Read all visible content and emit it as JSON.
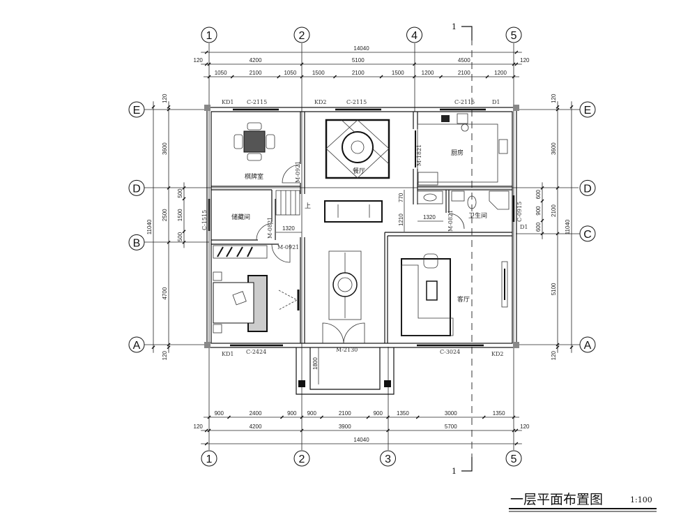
{
  "title": "一层平面布置图",
  "scale": "1:100",
  "section_mark": "1",
  "axes": {
    "top": [
      "1",
      "2",
      "4",
      "5"
    ],
    "bottom": [
      "1",
      "2",
      "3",
      "5"
    ],
    "left": [
      "E",
      "D",
      "B",
      "A"
    ],
    "right": [
      "E",
      "D",
      "C",
      "A"
    ]
  },
  "dimensions": {
    "top": {
      "total": {
        "ticks": [
          -120,
          13920
        ],
        "labels": [
          "14040"
        ]
      },
      "axis": {
        "ticks": [
          -120,
          0,
          4200,
          9300,
          13800,
          13920
        ],
        "labels": [
          "120",
          "4200",
          "5100",
          "4500",
          "120"
        ]
      },
      "detail": {
        "ticks": [
          0,
          1050,
          3150,
          4200,
          5700,
          7800,
          9300,
          10500,
          12600,
          13800
        ],
        "labels": [
          "1050",
          "2100",
          "1050",
          "1500",
          "2100",
          "1500",
          "1200",
          "2100",
          "1200"
        ]
      }
    },
    "bottom": {
      "detail": {
        "ticks": [
          0,
          900,
          3300,
          4200,
          5100,
          7200,
          8100,
          9450,
          12450,
          13800
        ],
        "labels": [
          "900",
          "2400",
          "900",
          "900",
          "2100",
          "900",
          "1350",
          "3000",
          "1350"
        ]
      },
      "axis": {
        "ticks": [
          -120,
          0,
          4200,
          8100,
          13800,
          13920
        ],
        "labels": [
          "120",
          "4200",
          "3900",
          "5700",
          "120"
        ]
      },
      "total": {
        "ticks": [
          -120,
          13920
        ],
        "labels": [
          "14040"
        ]
      }
    },
    "left": {
      "total": {
        "ticks": [
          -120,
          10920
        ],
        "labels": [
          "11040"
        ]
      },
      "axis": {
        "ticks": [
          -120,
          0,
          3600,
          6100,
          10800,
          10920
        ],
        "labels": [
          "120",
          "3600",
          "2500",
          "4700",
          "120"
        ]
      },
      "detail": {
        "ticks": [
          3600,
          4100,
          5600,
          6100
        ],
        "labels": [
          "500",
          "1500",
          "500"
        ]
      }
    },
    "right": {
      "detail": {
        "ticks": [
          3600,
          4200,
          5100,
          5700
        ],
        "labels": [
          "600",
          "900",
          "600"
        ]
      },
      "axis": {
        "ticks": [
          -120,
          0,
          3600,
          5700,
          10800,
          10920
        ],
        "labels": [
          "120",
          "3600",
          "2100",
          "5100",
          "120"
        ]
      },
      "total": {
        "ticks": [
          -120,
          10920
        ],
        "labels": [
          "11040"
        ]
      }
    }
  },
  "rooms": {
    "chess_room": "棋牌室",
    "dining": "餐厅",
    "kitchen": "厨房",
    "storage": "储藏间",
    "bathroom": "卫生间",
    "living": "客厅",
    "stair_up": "上"
  },
  "openings": {
    "kd1_top": "KD1",
    "c2115_a": "C-2115",
    "kd2_top": "KD2",
    "c2115_b": "C-2115",
    "c2115_c": "C-2115",
    "d1_top": "D1",
    "m0921_a": "M-0921",
    "m1821": "M-1821",
    "c1515": "C-1515",
    "m0821_a": "M-0821",
    "m0921_b": "M-0921",
    "m0821_b": "M-0821",
    "c0915": "C-0915",
    "d1_right": "D1",
    "kd1_bottom": "KD1",
    "c2424": "C-2424",
    "m2130": "M-2130",
    "c3024": "C-3024",
    "kd2_bottom": "KD2"
  },
  "inner_dims": {
    "stair_1320": "1320",
    "bath_1320": "1320",
    "d770": "770",
    "d1210": "1210",
    "porch_1800": "1800"
  }
}
